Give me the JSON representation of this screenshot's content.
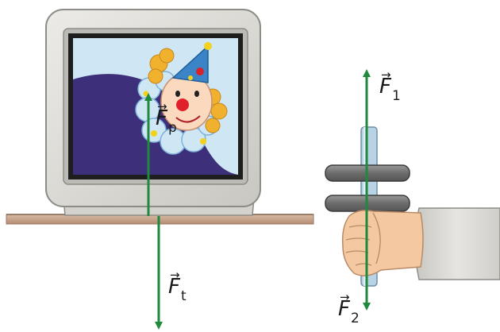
{
  "colors": {
    "arrow": "#1f8a3c",
    "monitor_frame": "#d9d7d2",
    "monitor_dark": "#2b2b2b",
    "screen_sky": "#cfe6f5",
    "screen_hill": "#3d2f7a",
    "table": "#c9a88f",
    "skin": "#f4c9a2",
    "weight": "#7d7d7d",
    "rod": "#b9d3e6",
    "sleeve": "#d6d5d0"
  },
  "labels": {
    "Fp": {
      "symbol": "F",
      "sub": "p"
    },
    "Ft": {
      "symbol": "F",
      "sub": "t"
    },
    "F1": {
      "symbol": "F",
      "sub": "1"
    },
    "F2": {
      "symbol": "F",
      "sub": "2"
    }
  },
  "icons": [
    "monitor-icon",
    "clown-icon",
    "dumbbell-icon",
    "hand-icon"
  ]
}
